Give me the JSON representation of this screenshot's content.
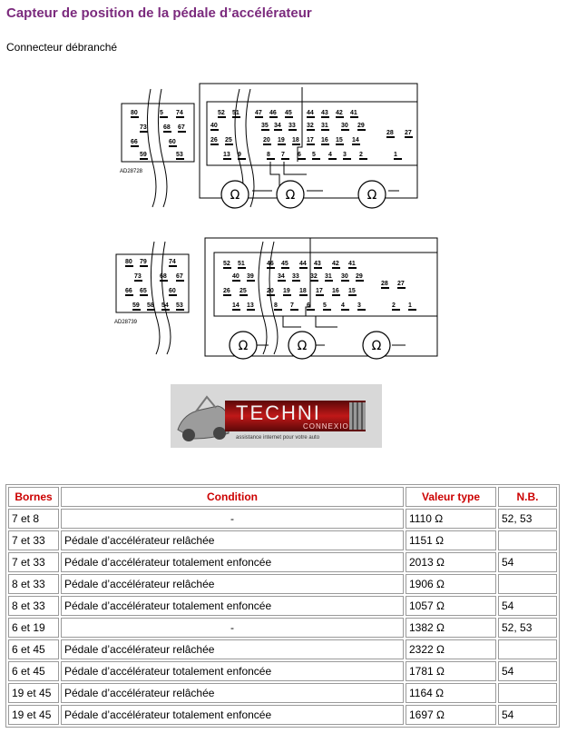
{
  "header": {
    "title": "Capteur de position de la pédale d’accélérateur",
    "subtitle": "Connecteur débranché"
  },
  "diagram1": {
    "code": "AD28728",
    "small_pins": [
      "80",
      "5",
      "74",
      "73",
      "68",
      "67",
      "66",
      "60",
      "59",
      "53"
    ],
    "big_pins": [
      "52",
      "51",
      "47",
      "46",
      "45",
      "44",
      "43",
      "42",
      "41",
      "40",
      "35",
      "34",
      "33",
      "32",
      "31",
      "30",
      "29",
      "28",
      "27",
      "26",
      "25",
      "20",
      "19",
      "18",
      "17",
      "16",
      "15",
      "14",
      "13",
      "9",
      "8",
      "7",
      "6",
      "5",
      "4",
      "3",
      "2",
      "1"
    ],
    "ohm": "Ω"
  },
  "diagram2": {
    "code": "AD28739",
    "small_pins": [
      "80",
      "79",
      "74",
      "73",
      "68",
      "67",
      "66",
      "65",
      "60",
      "59",
      "58",
      "54",
      "53"
    ],
    "big_pins": [
      "52",
      "51",
      "46",
      "45",
      "44",
      "43",
      "42",
      "41",
      "40",
      "39",
      "34",
      "33",
      "32",
      "31",
      "30",
      "29",
      "28",
      "27",
      "26",
      "25",
      "20",
      "19",
      "18",
      "17",
      "16",
      "15",
      "14",
      "13",
      "8",
      "7",
      "6",
      "5",
      "4",
      "3",
      "2",
      "1"
    ],
    "ohm": "Ω"
  },
  "logo": {
    "brand": "TECHNI",
    "brand_sub": "CONNEXION",
    "tagline": "assistance internet pour votre auto",
    "accent": "#c01818"
  },
  "table": {
    "headers": [
      "Bornes",
      "Condition",
      "Valeur type",
      "N.B."
    ],
    "rows": [
      [
        "7 et 8",
        "-",
        "1110 Ω",
        "52, 53"
      ],
      [
        "7 et 33",
        "Pédale d’accélérateur relâchée",
        "1151 Ω",
        ""
      ],
      [
        "7 et 33",
        "Pédale d’accélérateur totalement enfoncée",
        "2013 Ω",
        "54"
      ],
      [
        "8 et 33",
        "Pédale d’accélérateur relâchée",
        "1906 Ω",
        ""
      ],
      [
        "8 et 33",
        "Pédale d’accélérateur totalement enfoncée",
        "1057 Ω",
        "54"
      ],
      [
        "6 et 19",
        "-",
        "1382 Ω",
        "52, 53"
      ],
      [
        "6 et 45",
        "Pédale d’accélérateur relâchée",
        "2322 Ω",
        ""
      ],
      [
        "6 et 45",
        "Pédale d’accélérateur totalement enfoncée",
        "1781 Ω",
        "54"
      ],
      [
        "19 et 45",
        "Pédale d’accélérateur relâchée",
        "1164 Ω",
        ""
      ],
      [
        "19 et 45",
        "Pédale d’accélérateur totalement enfoncée",
        "1697 Ω",
        "54"
      ]
    ],
    "header_color": "#cc0000"
  }
}
